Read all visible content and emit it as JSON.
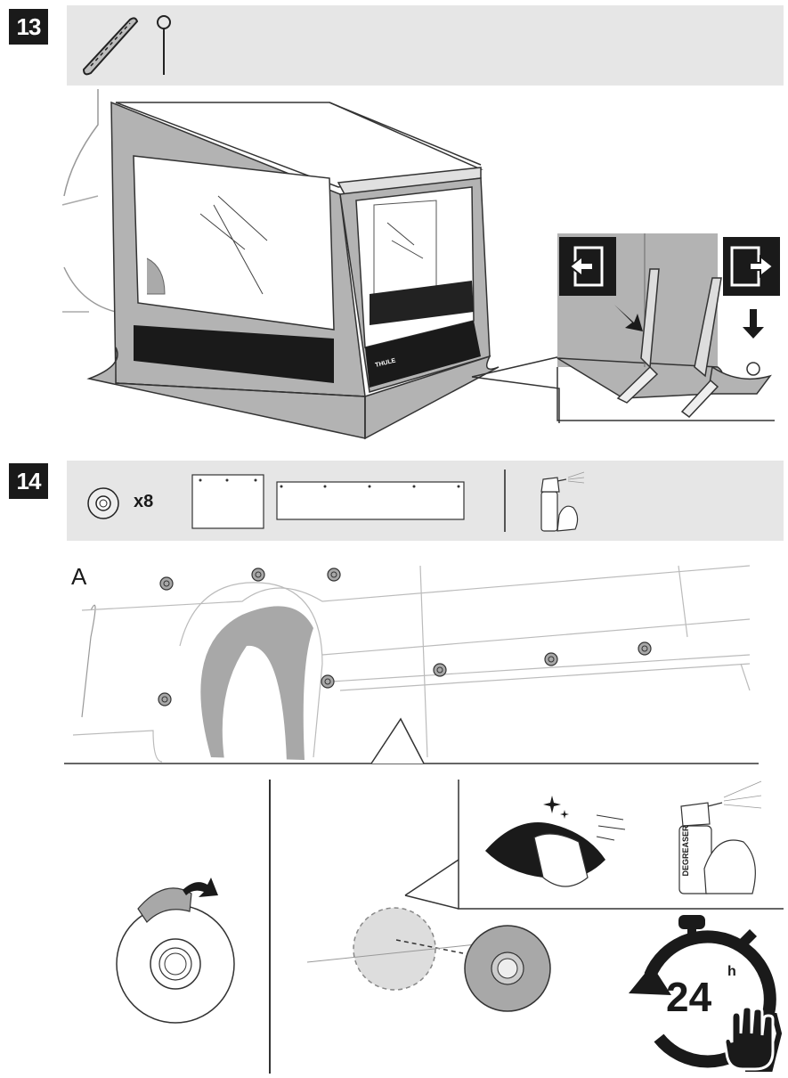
{
  "step13": {
    "number": "13"
  },
  "step14": {
    "number": "14",
    "quantity": "x8"
  },
  "panel_a_label": "A",
  "tent_brand": "THULE",
  "product": {
    "degreaser_label": "DEGREASER"
  },
  "timer": {
    "value": "24",
    "unit": "h"
  },
  "colors": {
    "step_badge": "#1a1a1a",
    "parts_bar": "#e6e6e6",
    "fabric": "#b3b3b3",
    "dark": "#1a1a1a"
  },
  "icons": [
    "rail-icon",
    "peg-icon",
    "enter-arrow-icon",
    "exit-arrow-icon",
    "adhesive-disc-icon",
    "panel-icon",
    "spray-icon",
    "sparkle-icon",
    "stopwatch-icon",
    "hand-icon"
  ]
}
